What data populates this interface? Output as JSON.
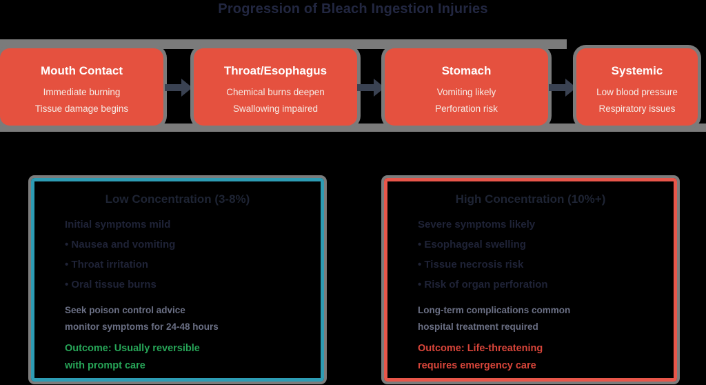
{
  "title": "Progression of Bleach Ingestion Injuries",
  "colors": {
    "background": "#000000",
    "stage_box": "#e5513f",
    "stage_text": "#ffffff",
    "arrow": "#3a4252",
    "artifact_gray": "#7b7b7b",
    "low_accent": "#2d9cb4",
    "high_accent": "#e8564a",
    "dark_text": "#1f2337",
    "muted_text": "#6b7085",
    "good_outcome_green": "#27a658",
    "bad_outcome_red": "#d9453a"
  },
  "flow": {
    "stages": [
      {
        "title": "Mouth Contact",
        "lines": [
          "Immediate burning",
          "Tissue damage begins"
        ]
      },
      {
        "title": "Throat/Esophagus",
        "lines": [
          "Chemical burns deepen",
          "Swallowing impaired"
        ]
      },
      {
        "title": "Stomach",
        "lines": [
          "Vomiting likely",
          "Perforation risk"
        ]
      },
      {
        "title": "Systemic",
        "lines": [
          "Low blood pressure",
          "Respiratory issues"
        ]
      }
    ]
  },
  "panels": [
    {
      "title": "Low Concentration (3-8%)",
      "symptoms": [
        "Initial symptoms mild",
        "• Nausea and vomiting",
        "• Throat irritation",
        "• Oral tissue burns"
      ],
      "notes": [
        "Seek poison control advice",
        "monitor symptoms for 24-48 hours"
      ],
      "outcome": [
        "Outcome: Usually reversible",
        "with prompt care"
      ]
    },
    {
      "title": "High Concentration (10%+)",
      "symptoms": [
        "Severe symptoms likely",
        "• Esophageal swelling",
        "• Tissue necrosis risk",
        "• Risk of organ perforation"
      ],
      "notes": [
        "Long-term complications common",
        "hospital treatment required"
      ],
      "outcome": [
        "Outcome: Life-threatening",
        "requires emergency care"
      ]
    }
  ]
}
